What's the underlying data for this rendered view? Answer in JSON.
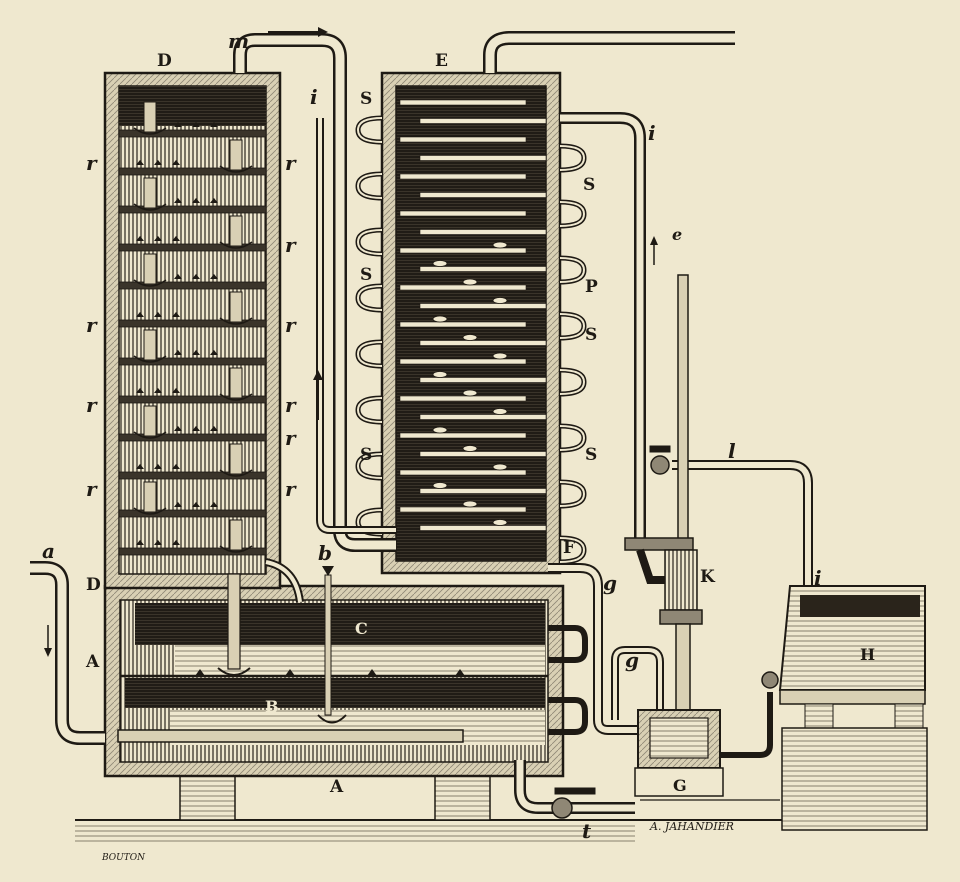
{
  "colors": {
    "paper": "#efe8cf",
    "ink": "#1e1a14",
    "shade": "#3a342a",
    "mid": "#8f8775",
    "light": "#d9d0b4"
  },
  "labels": {
    "D_top": "D",
    "D_low": "D",
    "m": "m",
    "E": "E",
    "i1": "i",
    "i2": "i",
    "i3": "i",
    "S1": "S",
    "S2": "S",
    "S3": "S",
    "S4": "S",
    "S5": "S",
    "S6": "S",
    "P": "P",
    "e": "e",
    "r1": "r",
    "r2": "r",
    "r3": "r",
    "r4": "r",
    "r5": "r",
    "r6": "r",
    "r7": "r",
    "r8": "r",
    "r9": "r",
    "r10": "r",
    "a": "a",
    "A_left": "A",
    "A_bottom": "A",
    "b": "b",
    "C": "C",
    "B": "B",
    "F": "F",
    "g1": "g",
    "g2": "g",
    "K": "K",
    "l": "l",
    "H": "H",
    "G": "G",
    "t": "t"
  },
  "signatures": {
    "left": "BOUTON",
    "right": "A. JAHANDIER"
  }
}
